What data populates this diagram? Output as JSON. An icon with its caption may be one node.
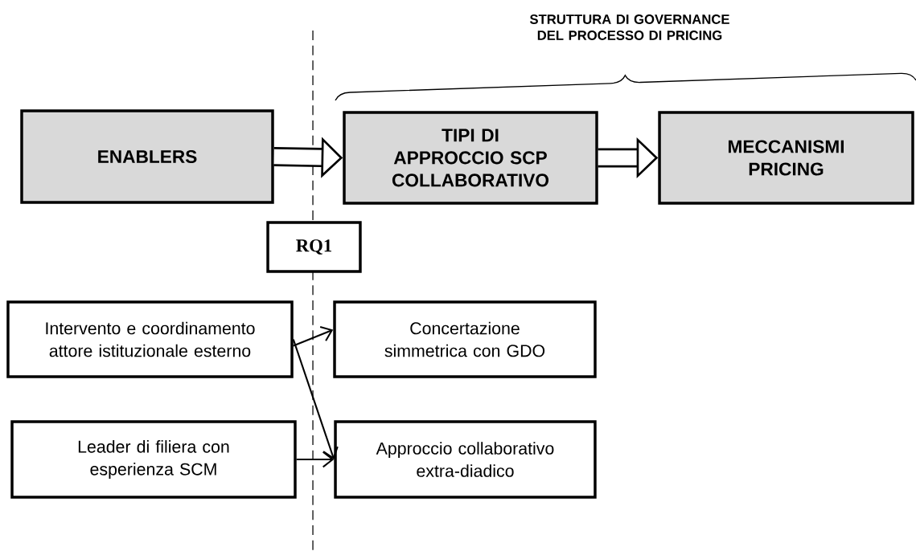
{
  "diagram": {
    "nodes": [
      {
        "text": [
          "ENABLERS"
        ]
      },
      {
        "text": [
          "TIPI DI APPROCCIO SCP COLLABORATIVO"
        ]
      },
      {
        "text": [
          "MECCANISMI PRICING"
        ]
      },
      {
        "text": [
          "RQ1"
        ]
      },
      {
        "text": [
          "Intervento e coordinamento attore istituzionale esterno"
        ]
      },
      {
        "text": [
          "Concertazione simmetrica con GDO"
        ]
      },
      {
        "text": [
          "Leader di filiera con esperienza SCM"
        ]
      },
      {
        "text": [
          "Approccio collaborativo extra-diadico"
        ]
      }
    ],
    "edges": [
      {
        "from": 0,
        "to": 1,
        "arrow": "to",
        "style": "thick"
      },
      {
        "from": 1,
        "to": 2,
        "arrow": "to",
        "style": "thick"
      },
      {
        "from": 4,
        "to": 5,
        "arrow": "to"
      },
      {
        "from": 4,
        "to": 7,
        "arrow": "to"
      },
      {
        "from": 6,
        "to": 7,
        "arrow": "to"
      }
    ],
    "labels": [
      "STRUTTURA DI GOVERNANCE DEL PROCESSO DI PRICING"
    ]
  }
}
